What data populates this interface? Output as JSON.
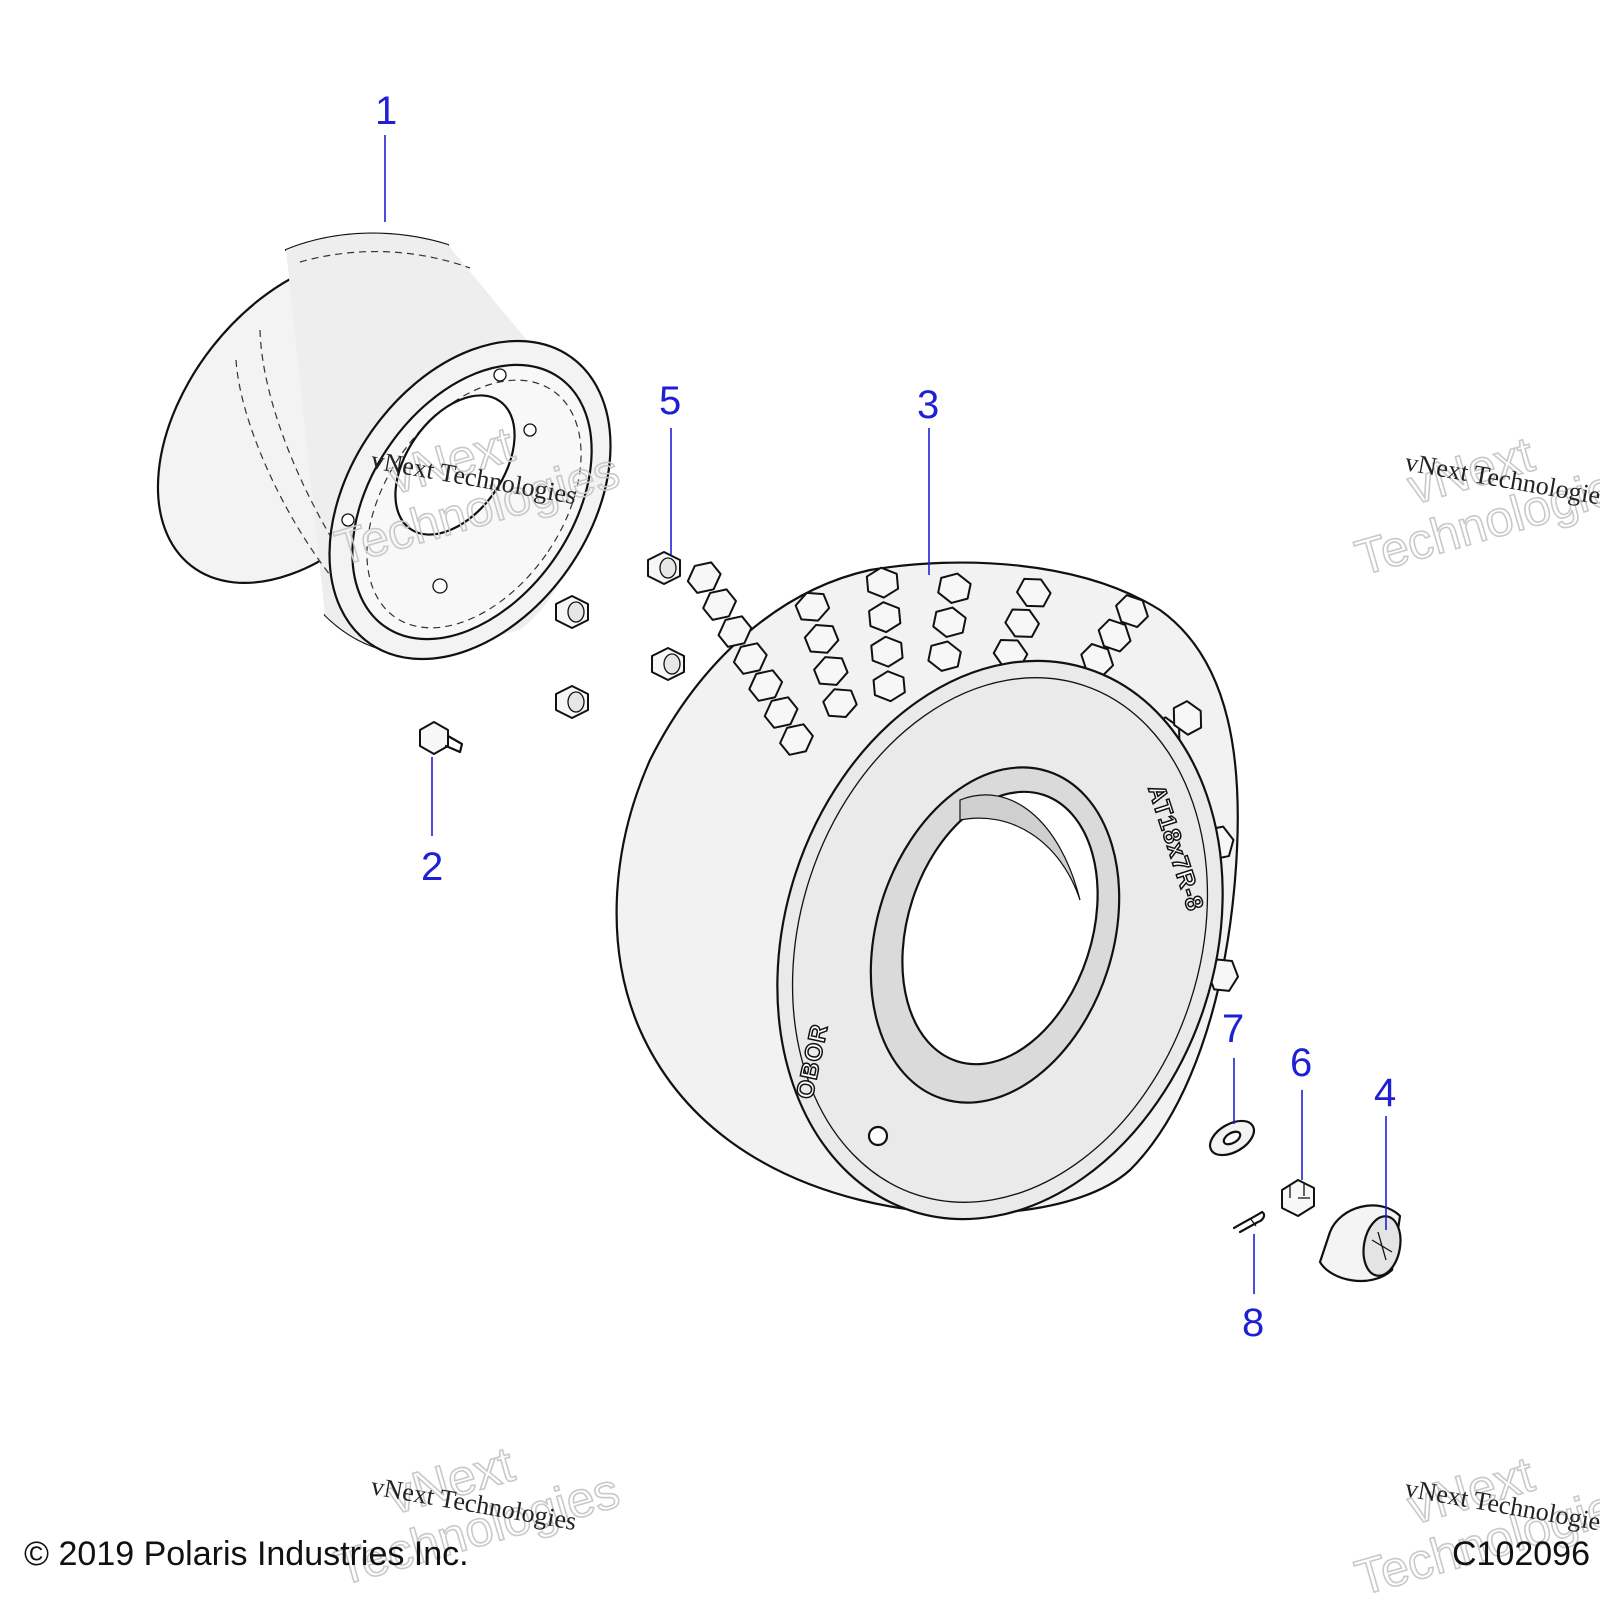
{
  "callouts": [
    {
      "id": "1",
      "label": "1"
    },
    {
      "id": "2",
      "label": "2"
    },
    {
      "id": "3",
      "label": "3"
    },
    {
      "id": "4",
      "label": "4"
    },
    {
      "id": "5",
      "label": "5"
    },
    {
      "id": "6",
      "label": "6"
    },
    {
      "id": "7",
      "label": "7"
    },
    {
      "id": "8",
      "label": "8"
    }
  ],
  "tire_sidewall": {
    "size": "AT18x7R-8",
    "brand": "OBOR"
  },
  "watermark": {
    "line1": "vNext",
    "line2": "Technologies",
    "caption": "vNext Technologies"
  },
  "footer": {
    "copyright": "© 2019 Polaris Industries Inc.",
    "figure_id": "C102096"
  },
  "colors": {
    "callout": "#1f1fd6",
    "line_art": "#111111",
    "watermark": "#c9c9c9"
  }
}
